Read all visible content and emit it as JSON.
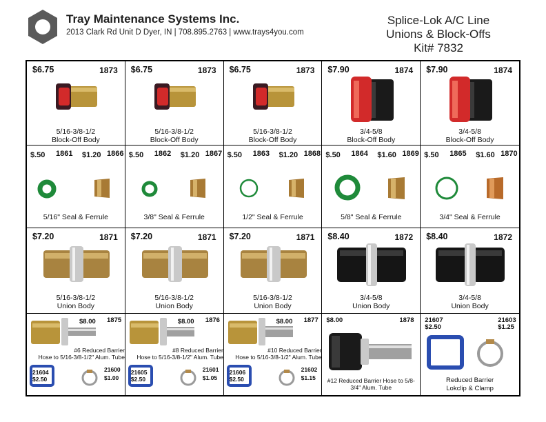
{
  "header": {
    "company": "Tray Maintenance Systems Inc.",
    "address": "2013 Clark Rd Unit D Dyer, IN | 708.895.2763 | www.trays4you.com",
    "title_line1": "Splice-Lok A/C Line",
    "title_line2": "Unions & Block-Offs",
    "title_line3": "Kit# 7832"
  },
  "blockoffs": [
    {
      "price": "$6.75",
      "part": "1873",
      "size": "5/16-3/8-1/2",
      "name": "Block-Off Body"
    },
    {
      "price": "$6.75",
      "part": "1873",
      "size": "5/16-3/8-1/2",
      "name": "Block-Off Body"
    },
    {
      "price": "$6.75",
      "part": "1873",
      "size": "5/16-3/8-1/2",
      "name": "Block-Off Body"
    },
    {
      "price": "$7.90",
      "part": "1874",
      "size": "3/4-5/8",
      "name": "Block-Off Body"
    },
    {
      "price": "$7.90",
      "part": "1874",
      "size": "3/4-5/8",
      "name": "Block-Off Body"
    }
  ],
  "seals": [
    {
      "seal_price": "$.50",
      "seal_part": "1861",
      "ferrule_price": "$1.20",
      "ferrule_part": "1866",
      "label": "5/16\" Seal & Ferrule"
    },
    {
      "seal_price": "$.50",
      "seal_part": "1862",
      "ferrule_price": "$1.20",
      "ferrule_part": "1867",
      "label": "3/8\" Seal & Ferrule"
    },
    {
      "seal_price": "$.50",
      "seal_part": "1863",
      "ferrule_price": "$1.20",
      "ferrule_part": "1868",
      "label": "1/2\" Seal & Ferrule"
    },
    {
      "seal_price": "$.50",
      "seal_part": "1864",
      "ferrule_price": "$1.60",
      "ferrule_part": "1869",
      "label": "5/8\" Seal & Ferrule"
    },
    {
      "seal_price": "$.50",
      "seal_part": "1865",
      "ferrule_price": "$1.60",
      "ferrule_part": "1870",
      "label": "3/4\" Seal & Ferrule"
    }
  ],
  "unions": [
    {
      "price": "$7.20",
      "part": "1871",
      "size": "5/16-3/8-1/2",
      "name": "Union Body"
    },
    {
      "price": "$7.20",
      "part": "1871",
      "size": "5/16-3/8-1/2",
      "name": "Union Body"
    },
    {
      "price": "$7.20",
      "part": "1871",
      "size": "5/16-3/8-1/2",
      "name": "Union Body"
    },
    {
      "price": "$8.40",
      "part": "1872",
      "size": "3/4-5/8",
      "name": "Union Body"
    },
    {
      "price": "$8.40",
      "part": "1872",
      "size": "3/4-5/8",
      "name": "Union Body"
    }
  ],
  "hoses": [
    {
      "price": "$8.00",
      "part": "1875",
      "desc1": "#6 Reduced Barrier",
      "desc2": "Hose to 5/16-3/8-1/2\" Alum. Tube",
      "clip_part": "21604",
      "clip_price": "$2.50",
      "clamp_part": "21600",
      "clamp_price": "$1.00"
    },
    {
      "price": "$8.00",
      "part": "1876",
      "desc1": "#8 Reduced Barrier",
      "desc2": "Hose to 5/16-3/8-1/2\" Alum. Tube",
      "clip_part": "21605",
      "clip_price": "$2.50",
      "clamp_part": "21601",
      "clamp_price": "$1.05"
    },
    {
      "price": "$8.00",
      "part": "1877",
      "desc1": "#10 Reduced Barrier",
      "desc2": "Hose to 5/16-3/8-1/2\" Alum. Tube",
      "clip_part": "21606",
      "clip_price": "$2.50",
      "clamp_part": "21602",
      "clamp_price": "$1.15"
    }
  ],
  "hose12": {
    "price": "$8.00",
    "part": "1878",
    "desc1": "#12 Reduced Barrier Hose to 5/8-",
    "desc2": "3/4\" Alum. Tube"
  },
  "lokclip": {
    "clip_part": "21607",
    "clip_price": "$2.50",
    "clamp_part": "21603",
    "clamp_price": "$1.25",
    "label1": "Reduced Barrier",
    "label2": "Lokclip & Clamp"
  },
  "colors": {
    "brass": "#b8943a",
    "red_cap": "#d22a2a",
    "black_nut": "#1a1a1a",
    "seal_green": "#1f8a3a",
    "clip_blue": "#2a4db0"
  }
}
